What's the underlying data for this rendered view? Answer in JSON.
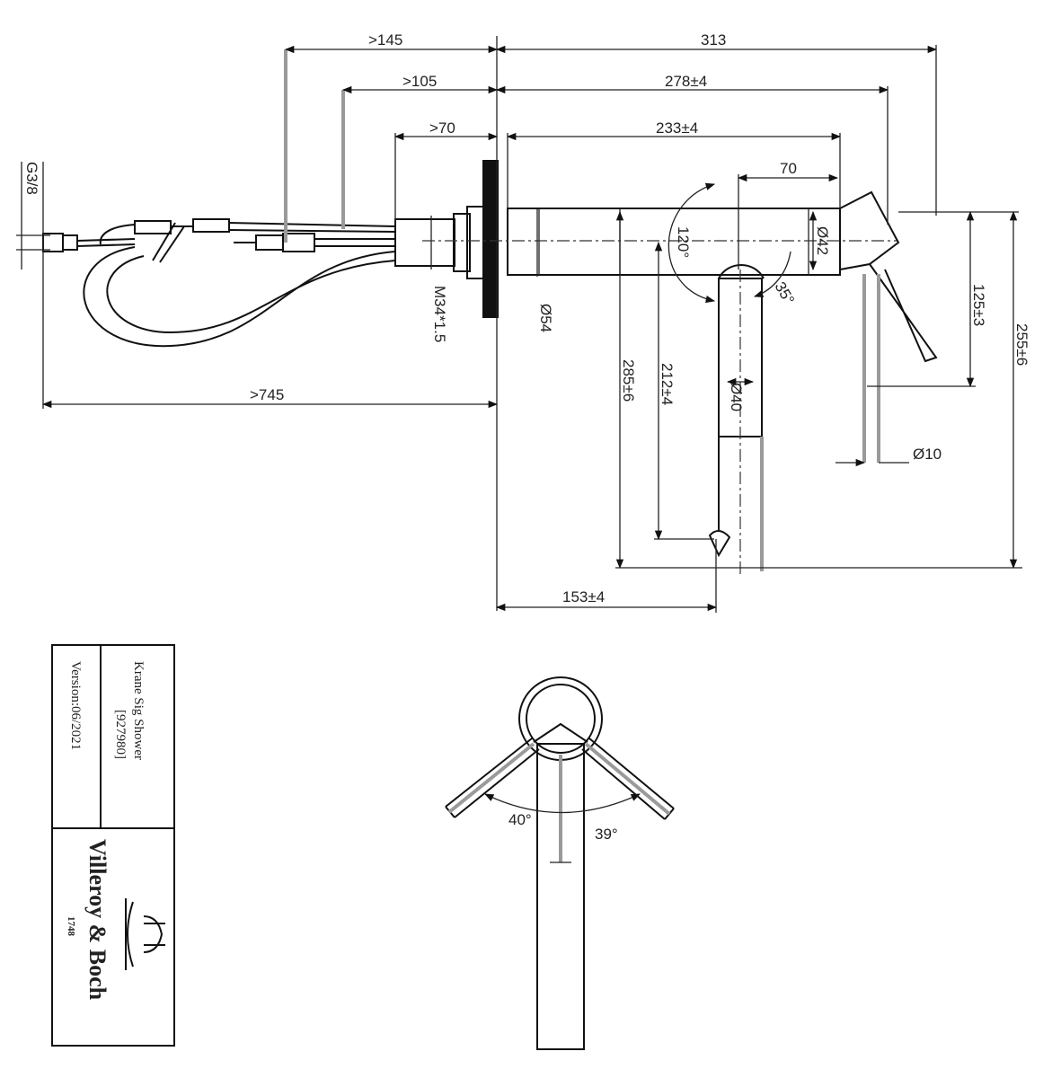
{
  "dimensions": {
    "d145": ">145",
    "d313": "313",
    "d105": ">105",
    "d278": "278±4",
    "d70a": ">70",
    "d233": "233±4",
    "d70": "70",
    "d745": ">745",
    "g38": "G3/8",
    "m34": "M34*1.5",
    "d54": "Ø54",
    "d42": "Ø42",
    "d40": "Ø40",
    "d285": "285±6",
    "d212": "212±4",
    "d125": "125±3",
    "d255": "255±6",
    "d10": "Ø10",
    "d153": "153±4",
    "a120": "120°",
    "a35": "35°",
    "a40": "40°",
    "a39": "39°"
  },
  "title_block": {
    "product_name": "Krane Sig Shower",
    "product_code": "[927980]",
    "version": "Version:06/2021",
    "brand": "Villeroy & Boch",
    "year": "1748"
  }
}
